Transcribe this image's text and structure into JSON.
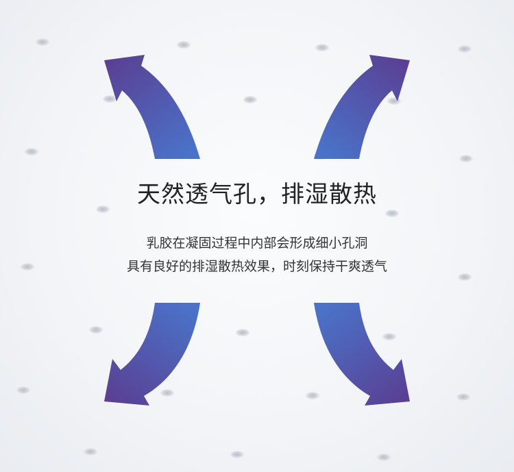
{
  "headline": "天然透气孔，排湿散热",
  "description": {
    "line1": "乳胶在凝固过程中内部会形成细小孔洞",
    "line2": "具有良好的排湿散热效果，时刻保持干爽透气"
  },
  "colors": {
    "arrow_tip": "#5a3f93",
    "arrow_base": "#4a72c8",
    "background": "#f2f4f7",
    "hole": "#c9cdd3"
  },
  "icons": [
    "arrow-up-left-icon",
    "arrow-up-right-icon",
    "arrow-down-left-icon",
    "arrow-down-right-icon"
  ]
}
